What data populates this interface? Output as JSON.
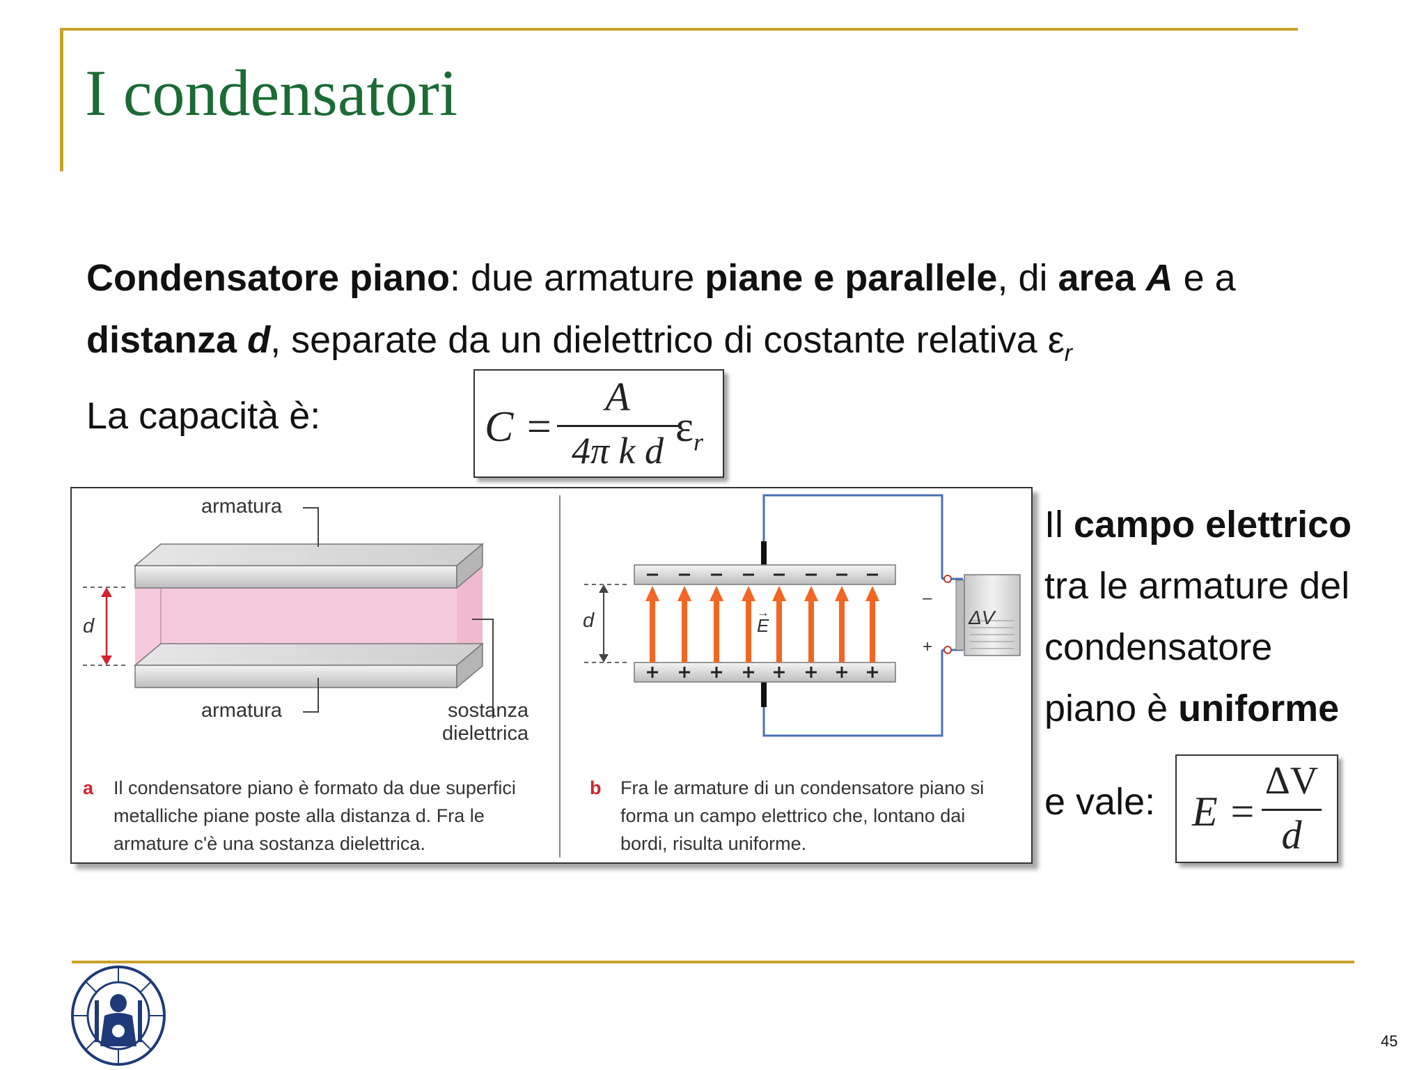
{
  "slide": {
    "title": "I condensatori",
    "page_number": "45"
  },
  "intro": {
    "line1": {
      "t1": "Condensatore piano",
      "t2": ": due armature ",
      "t3": "piane e parallele",
      "t4": ", di ",
      "t5": "area ",
      "t6": "A",
      "t7": " e a"
    },
    "line2": {
      "t1": "distanza ",
      "t2": "d",
      "t3": ", separate da un dielettrico di costante relativa ε",
      "t4": "r"
    },
    "capacity_label": "La capacità è:"
  },
  "formula_capacity": {
    "lhs": "C =",
    "numerator": "A",
    "denominator": "4π k d",
    "factor": "ε",
    "factor_sub": "r"
  },
  "figure": {
    "panel_a": {
      "label_top": "armatura",
      "label_bottom": "armatura",
      "label_dielectric_1": "sostanza",
      "label_dielectric_2": "dielettrica",
      "label_d": "d",
      "caption_tag": "a",
      "caption": "Il condensatore piano è formato da due superfici metalliche piane poste alla distanza d. Fra le armature c'è una sostanza dielettrica."
    },
    "panel_b": {
      "label_d": "d",
      "label_E": "E",
      "label_dV": "ΔV",
      "minus_sign": "–",
      "plus_sign": "+",
      "caption_tag": "b",
      "caption": "Fra le armature di un condensatore piano si forma un campo elettrico che, lontano dai bordi, risulta uniforme."
    }
  },
  "right_text": {
    "line1_pre": "Il ",
    "line1_bold": "campo elettrico",
    "line2": "tra le armature del",
    "line3": "condensatore",
    "line4_pre": "piano è ",
    "line4_bold": "uniforme",
    "line5": "e vale:"
  },
  "formula_field": {
    "lhs": "E =",
    "numerator": "ΔV",
    "denominator": "d"
  },
  "colors": {
    "title_green": "#1b6b34",
    "rule_gold": "#c9a227",
    "arrow_orange": "#f26522",
    "dielectric_pink": "#f6c9dc",
    "caption_red": "#d2232a",
    "circuit_blue": "#4a6fb5"
  }
}
